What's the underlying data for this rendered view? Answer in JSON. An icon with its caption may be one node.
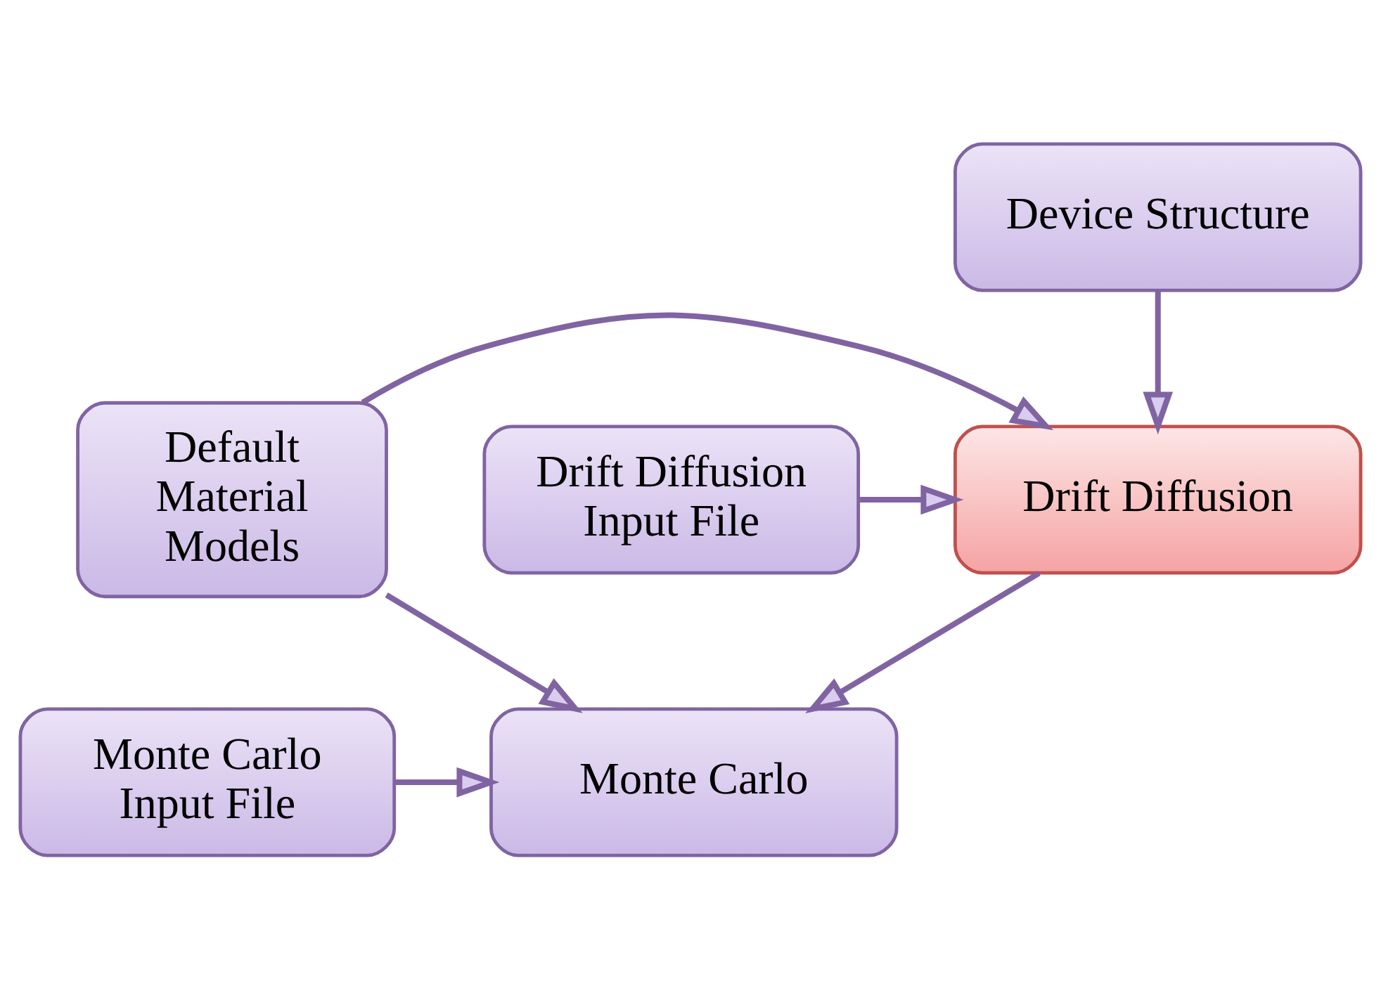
{
  "diagram": {
    "nodes": [
      {
        "text": [
          "Device Structure"
        ]
      },
      {
        "text": [
          "Default Material Models"
        ]
      },
      {
        "text": [
          "Drift Diffusion"
        ]
      },
      {
        "text": [
          "Drift Diffusion Input File"
        ]
      },
      {
        "text": [
          "Monte Carlo"
        ]
      },
      {
        "text": [
          "Monte Carlo Input File"
        ]
      }
    ],
    "edges": [
      {
        "from": 0,
        "to": 2,
        "arrow": "to"
      },
      {
        "from": 1,
        "to": 2,
        "arrow": "to"
      },
      {
        "from": 3,
        "to": 2,
        "arrow": "to"
      },
      {
        "from": 2,
        "to": 4,
        "arrow": "to"
      },
      {
        "from": 1,
        "to": 4,
        "arrow": "to"
      },
      {
        "from": 5,
        "to": 4,
        "arrow": "to"
      }
    ]
  }
}
